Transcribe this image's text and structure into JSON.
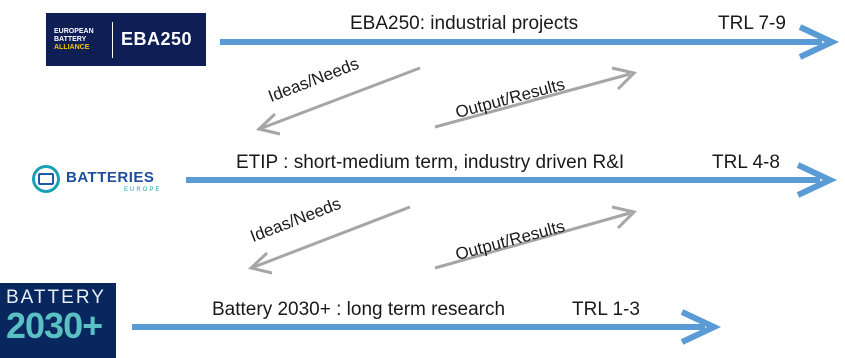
{
  "logos": {
    "eba": {
      "small_lines": [
        "EUROPEAN",
        "BATTERY",
        "ALLIANCE"
      ],
      "name": "EBA250"
    },
    "batteries_europe": {
      "word": "BATTERIES",
      "sub": "EUROPE"
    },
    "battery2030": {
      "top": "BATTERY",
      "number": "2030+"
    }
  },
  "rows": [
    {
      "label": "EBA250: industrial projects",
      "trl": "TRL 7-9"
    },
    {
      "label": "ETIP : short-medium term, industry driven R&I",
      "trl": "TRL 4-8"
    },
    {
      "label": "Battery 2030+ : long term research",
      "trl": "TRL 1-3"
    }
  ],
  "flows": {
    "upper": {
      "ideas": "Ideas/Needs",
      "output": "Output/Results"
    },
    "lower": {
      "ideas": "Ideas/Needs",
      "output": "Output/Results"
    }
  },
  "colors": {
    "main_arrow": "#5b9bd5",
    "feedback_arrow": "#a6a6a6",
    "eba_bg": "#0f1f56",
    "b2030_bg": "#07275e"
  }
}
